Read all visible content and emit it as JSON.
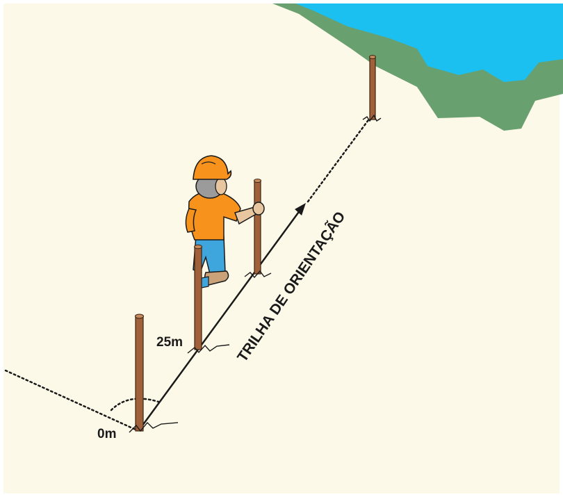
{
  "labels": {
    "start_marker": "0m",
    "mid_marker": "25m",
    "trail_name": "TRILHA DE ORIENTAÇÃO"
  },
  "colors": {
    "ground": "#fdf9e8",
    "water": "#1bbff0",
    "bank": "#69a06f",
    "stake": "#a0613a",
    "helmet": "#f7931d",
    "shirt": "#f7931d",
    "pants": "#3ea6dc",
    "line": "#1a1a1a"
  },
  "icons": {
    "person": "surveyor-with-helmet",
    "stake": "wooden-stake"
  }
}
